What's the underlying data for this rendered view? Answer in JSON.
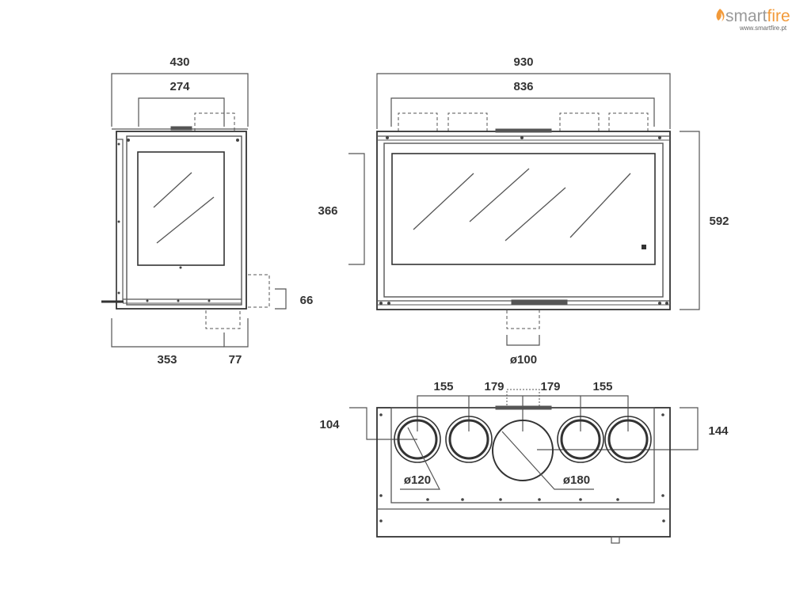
{
  "brand": {
    "name_prefix": "smart",
    "name_suffix": "fire",
    "url": "www.smartfire.pt",
    "accent_color": "#f29a3a",
    "text_color": "#9a9a9a"
  },
  "side_view": {
    "width_total": "430",
    "width_top": "274",
    "depth_body": "353",
    "depth_extra": "77",
    "outlet_height": "66"
  },
  "front_view": {
    "width_total": "930",
    "width_inner": "836",
    "glass_height": "366",
    "total_height": "592",
    "bottom_outlet": "ø100"
  },
  "top_view": {
    "spacing_left": "155",
    "spacing_center_left": "179",
    "spacing_center_right": "179",
    "spacing_right": "155",
    "offset_left": "104",
    "offset_right": "144",
    "small_duct": "ø120",
    "large_duct": "ø180"
  }
}
